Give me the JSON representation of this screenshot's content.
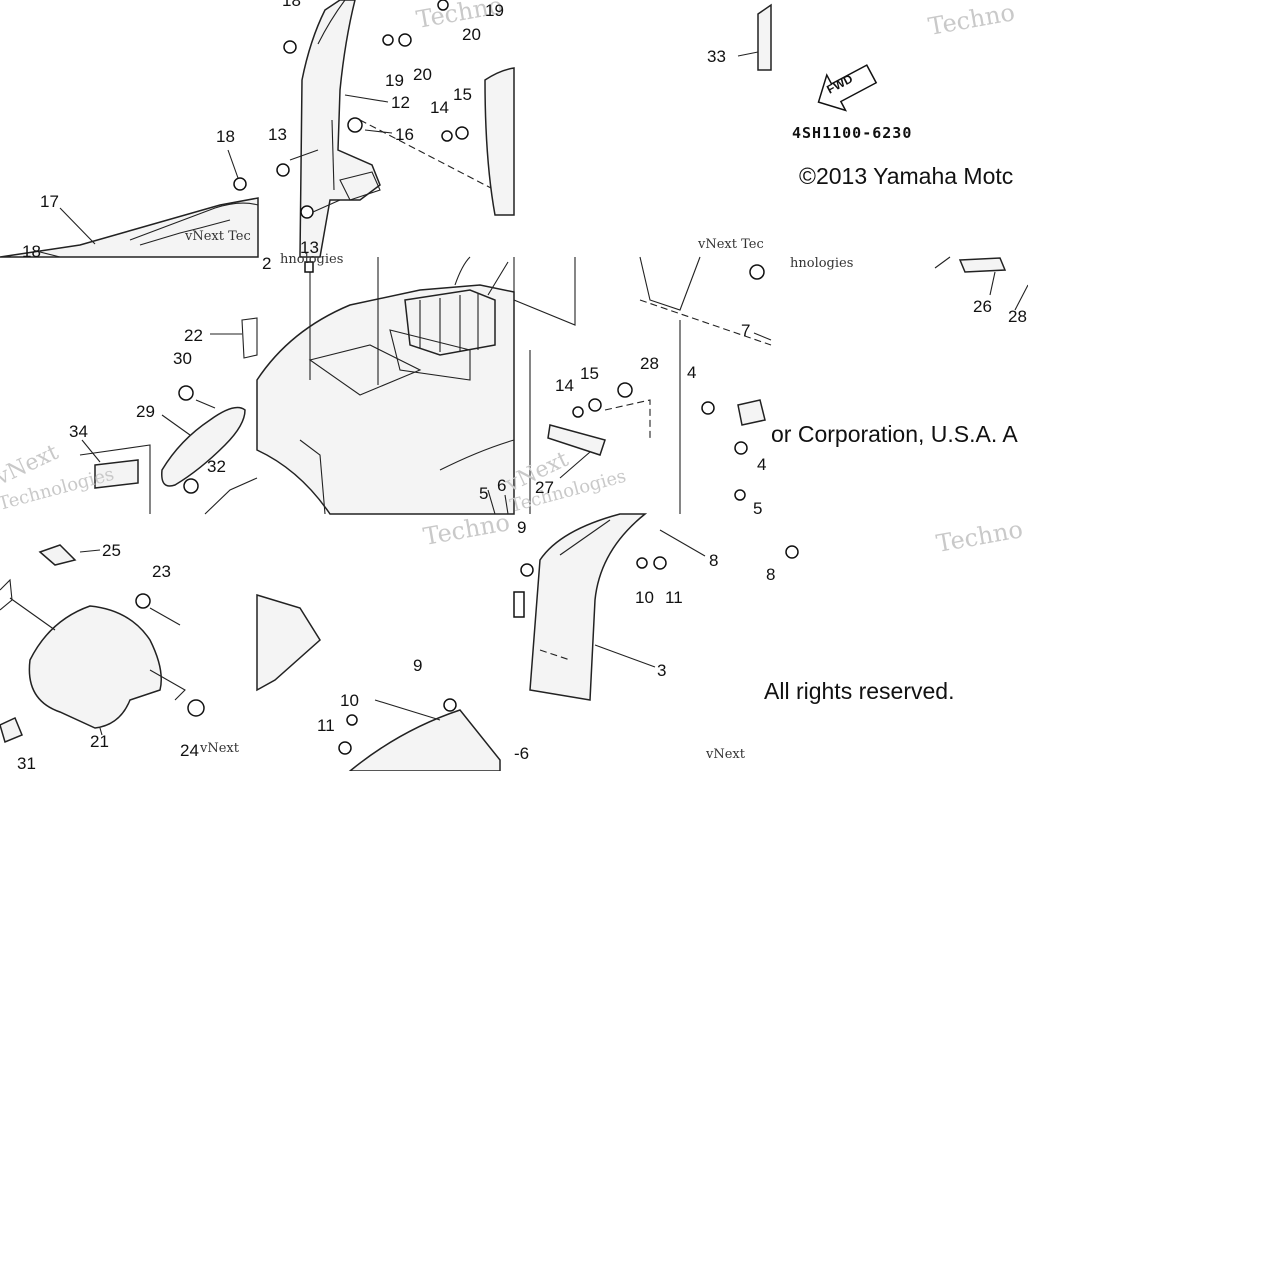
{
  "diagram_code": "4SH1100-6230",
  "fwd_label": "FWD",
  "copyright": {
    "line1": "©2013 Yamaha Motc",
    "line2": "or Corporation, U.S.A. A",
    "line3": "All rights reserved."
  },
  "watermarks": {
    "big": "Techno",
    "small_a": "vNext Tec",
    "small_b": "hnologies",
    "brand_a": "vNext",
    "brand_b": "Technologies"
  },
  "callouts": [
    {
      "id": "c18a",
      "text": "18"
    },
    {
      "id": "c19a",
      "text": "19"
    },
    {
      "id": "c20a",
      "text": "20"
    },
    {
      "id": "c19b",
      "text": "19"
    },
    {
      "id": "c20b",
      "text": "20"
    },
    {
      "id": "c12",
      "text": "12"
    },
    {
      "id": "c13a",
      "text": "13"
    },
    {
      "id": "c16",
      "text": "16"
    },
    {
      "id": "c14a",
      "text": "14"
    },
    {
      "id": "c15a",
      "text": "15"
    },
    {
      "id": "c18b",
      "text": "18"
    },
    {
      "id": "c17",
      "text": "17"
    },
    {
      "id": "c18c",
      "text": "18"
    },
    {
      "id": "c13b",
      "text": "13"
    },
    {
      "id": "c33",
      "text": "33"
    },
    {
      "id": "c2",
      "text": "2"
    },
    {
      "id": "c22",
      "text": "22"
    },
    {
      "id": "c30",
      "text": "30"
    },
    {
      "id": "c29",
      "text": "29"
    },
    {
      "id": "c34",
      "text": "34"
    },
    {
      "id": "c32",
      "text": "32"
    },
    {
      "id": "c14b",
      "text": "14"
    },
    {
      "id": "c15b",
      "text": "15"
    },
    {
      "id": "c28a",
      "text": "28"
    },
    {
      "id": "c27",
      "text": "27"
    },
    {
      "id": "c5a",
      "text": "5"
    },
    {
      "id": "c6a",
      "text": "6"
    },
    {
      "id": "c26",
      "text": "26"
    },
    {
      "id": "c28b",
      "text": "28"
    },
    {
      "id": "c7",
      "text": "7"
    },
    {
      "id": "c4a",
      "text": "4"
    },
    {
      "id": "c4b",
      "text": "4"
    },
    {
      "id": "c5b",
      "text": "5"
    },
    {
      "id": "c25",
      "text": "25"
    },
    {
      "id": "c23",
      "text": "23"
    },
    {
      "id": "c21",
      "text": "21"
    },
    {
      "id": "c24",
      "text": "24"
    },
    {
      "id": "c31",
      "text": "31"
    },
    {
      "id": "c9a",
      "text": "9"
    },
    {
      "id": "c8",
      "text": "8"
    },
    {
      "id": "c10a",
      "text": "10"
    },
    {
      "id": "c11a",
      "text": "11"
    },
    {
      "id": "c3",
      "text": "3"
    },
    {
      "id": "c9b",
      "text": "9"
    },
    {
      "id": "c10b",
      "text": "10"
    },
    {
      "id": "c11b",
      "text": "11"
    },
    {
      "id": "c6b",
      "text": "-6"
    },
    {
      "id": "c8b",
      "text": "8"
    }
  ]
}
